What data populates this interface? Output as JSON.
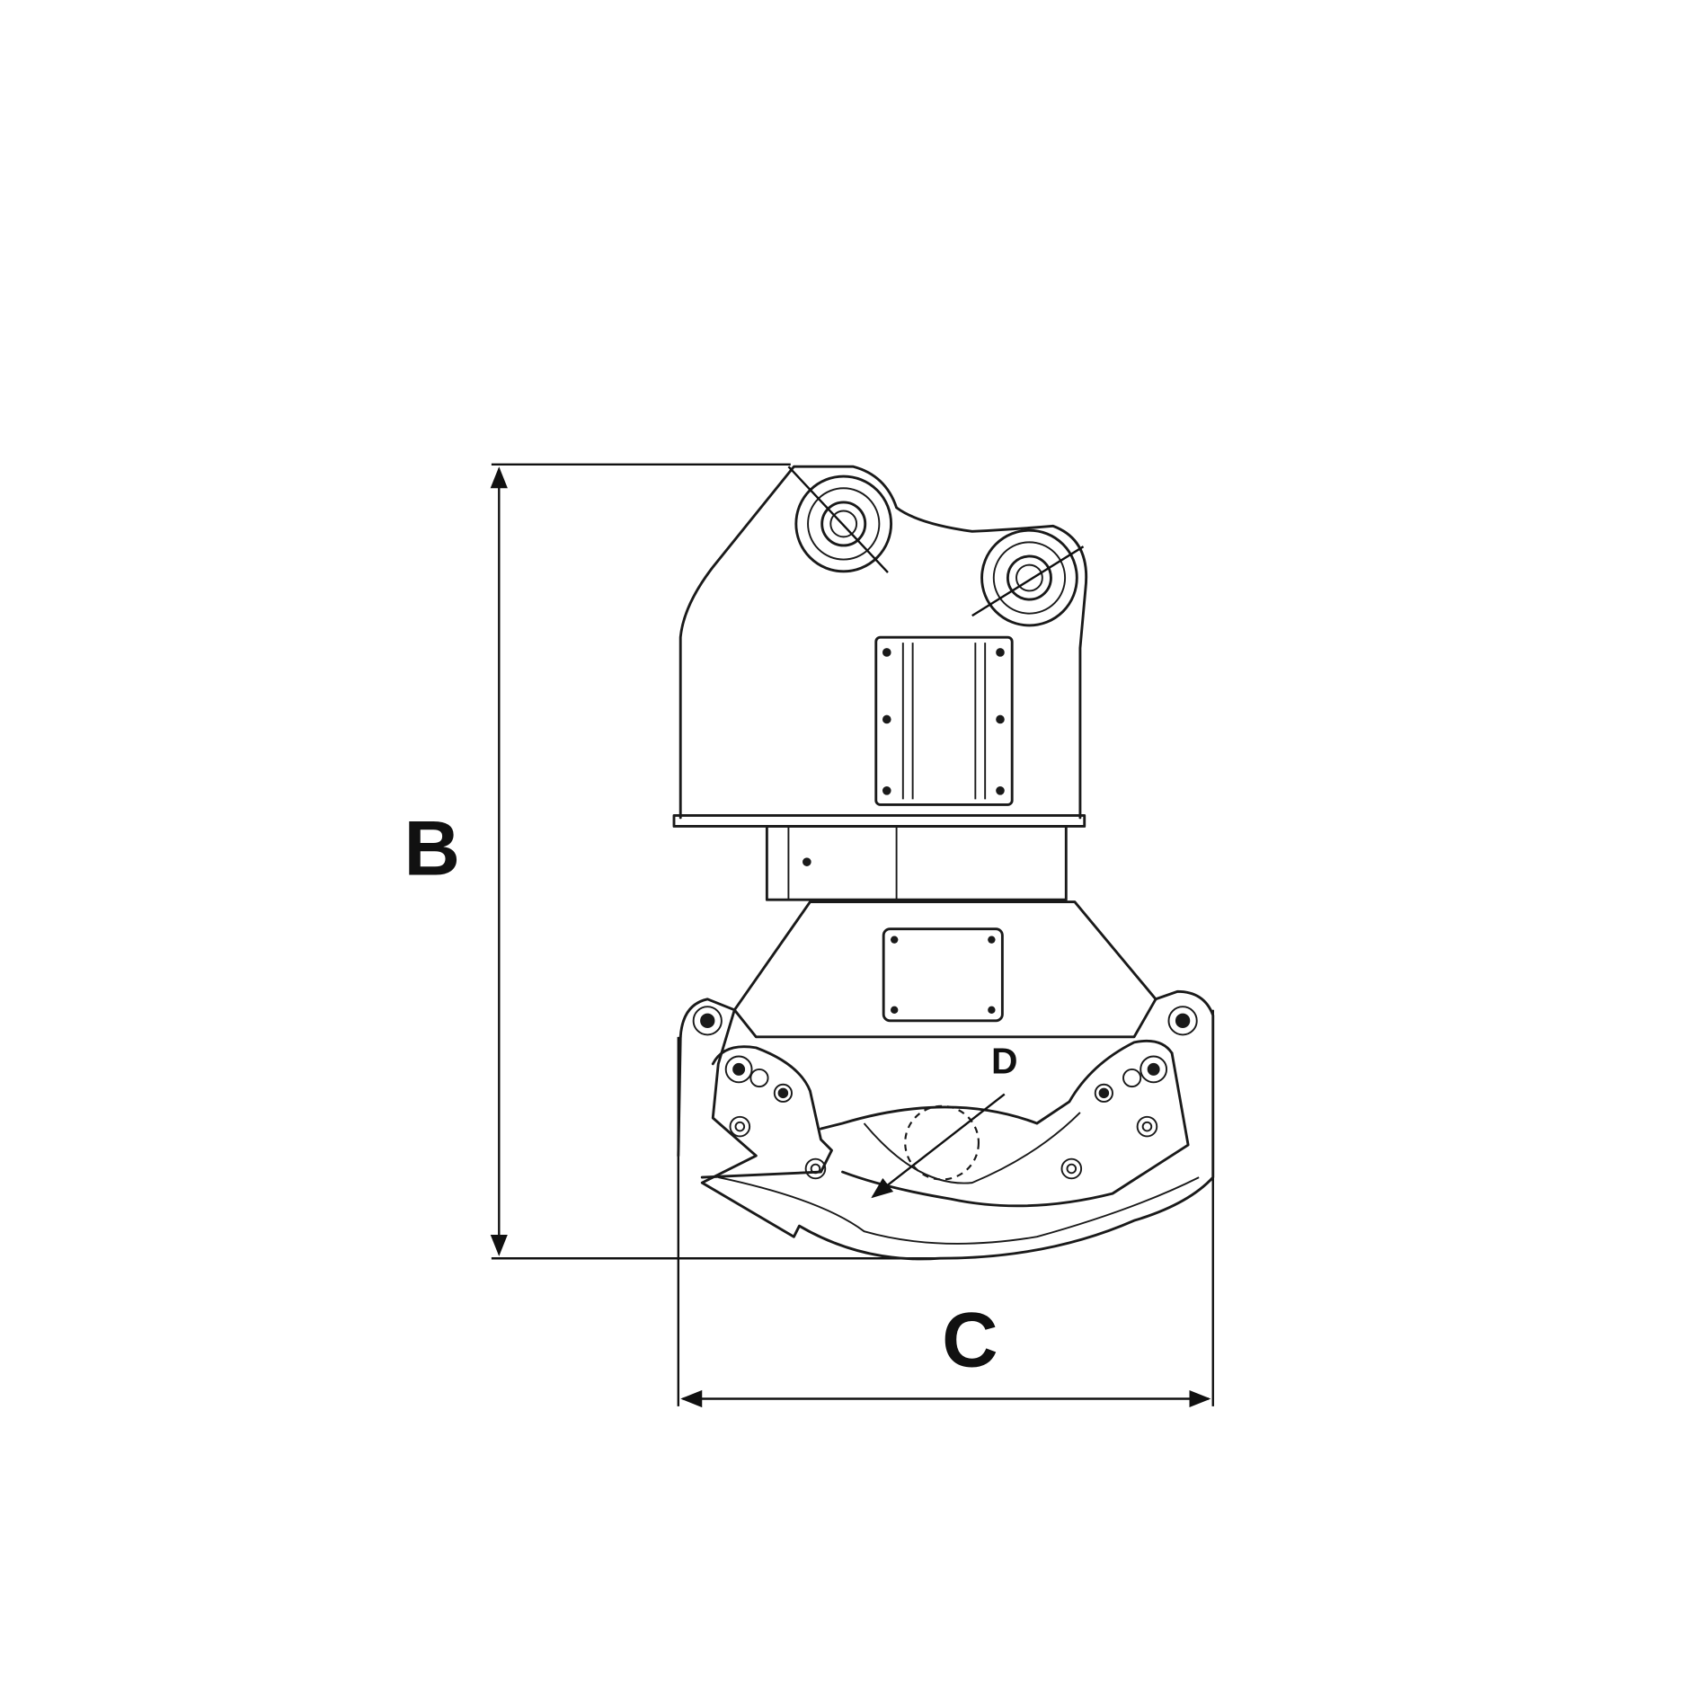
{
  "labels": {
    "height": "B",
    "width": "C",
    "diameter": "D"
  },
  "colors": {
    "line": "#1a1a1a",
    "background": "#ffffff"
  }
}
